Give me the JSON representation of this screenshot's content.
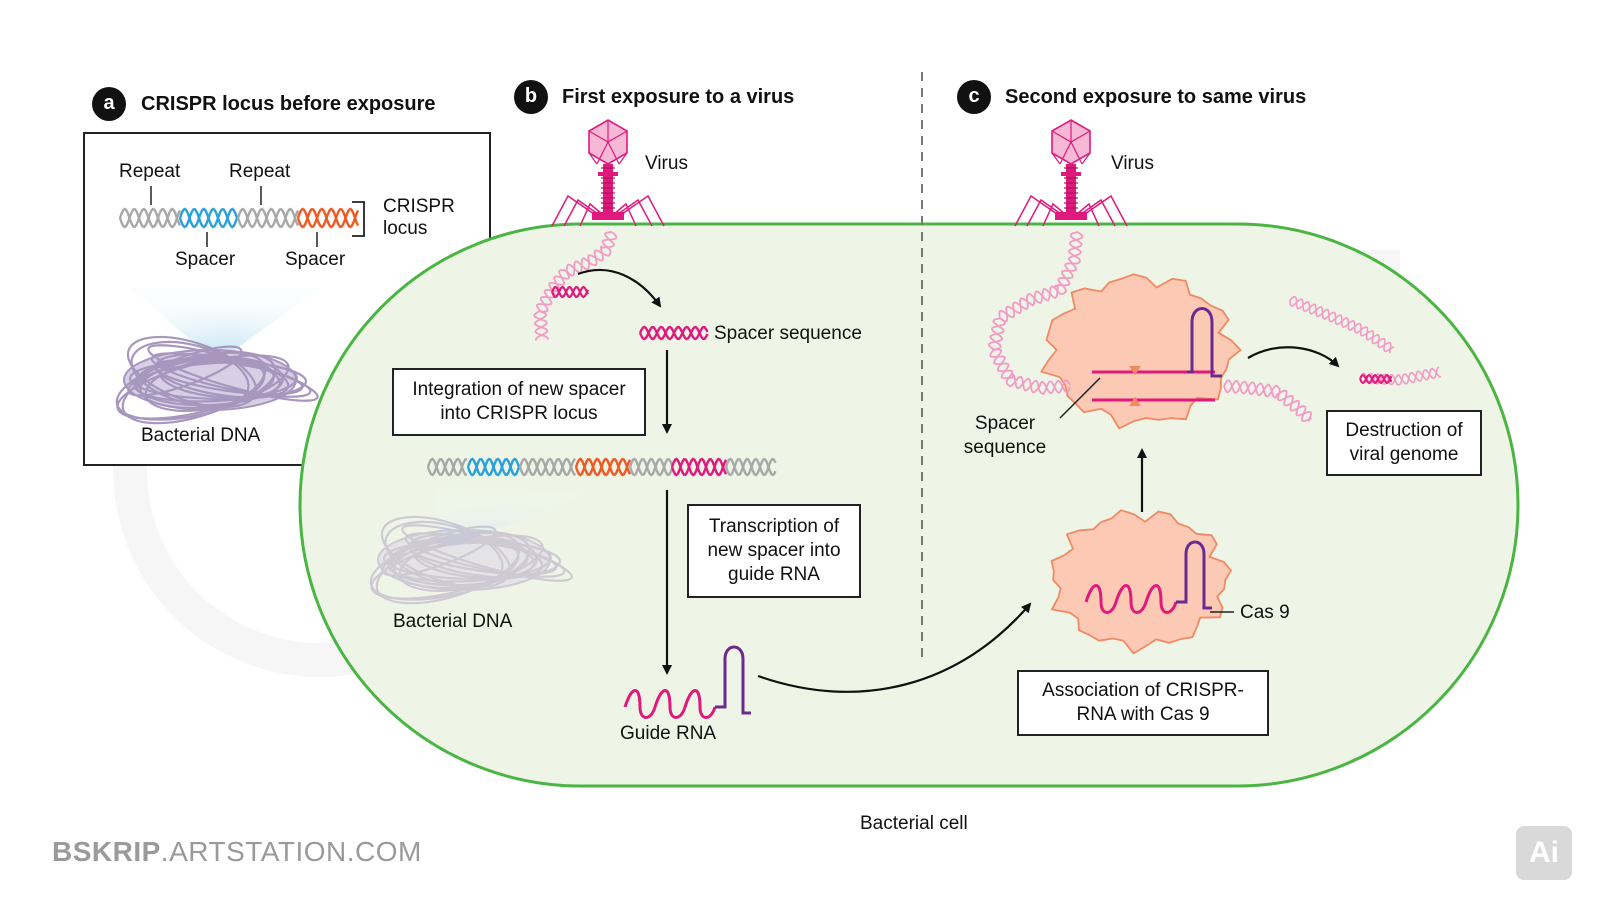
{
  "panel_a": {
    "badge": "a",
    "title": "CRISPR locus before exposure",
    "repeat_1": "Repeat",
    "repeat_2": "Repeat",
    "spacer_1": "Spacer",
    "spacer_2": "Spacer",
    "locus_line1": "CRISPR",
    "locus_line2": "locus",
    "dna_label": "Bacterial DNA"
  },
  "panel_b": {
    "badge": "b",
    "title": "First exposure to a virus",
    "virus": "Virus",
    "spacer_sequence": "Spacer sequence",
    "integration_line1": "Integration of new spacer",
    "integration_line2": "into CRISPR locus",
    "dna_label": "Bacterial DNA",
    "transcription_line1": "Transcription of",
    "transcription_line2": "new spacer into",
    "transcription_line3": "guide RNA",
    "guide_rna": "Guide RNA"
  },
  "panel_c": {
    "badge": "c",
    "title": "Second exposure to same virus",
    "virus": "Virus",
    "spacer_line1": "Spacer",
    "spacer_line2": "sequence",
    "destruction_line1": "Destruction of",
    "destruction_line2": "viral genome",
    "cas9": "Cas 9",
    "association_line1": "Association of CRISPR-",
    "association_line2": "RNA with Cas 9"
  },
  "cell_label": "Bacterial cell",
  "watermark_bold": "BSKRIP",
  "watermark_rest": ".ARTSTATION.COM",
  "ai_badge": "Ai",
  "colors": {
    "cell_fill": "#eff5e6",
    "cell_stroke": "#4bb543",
    "viral_dna": "#e0197d",
    "viral_dna_light": "#f29bc7",
    "spacer_blue": "#2aa0dc",
    "spacer_orange": "#f05a22",
    "repeat_gray": "#a8a8a8",
    "cas9_fill": "#fbc9b4",
    "cas9_stroke": "#f08a64",
    "rna_purple": "#6b2a8f",
    "bacterial_dna": "#a796bd"
  }
}
